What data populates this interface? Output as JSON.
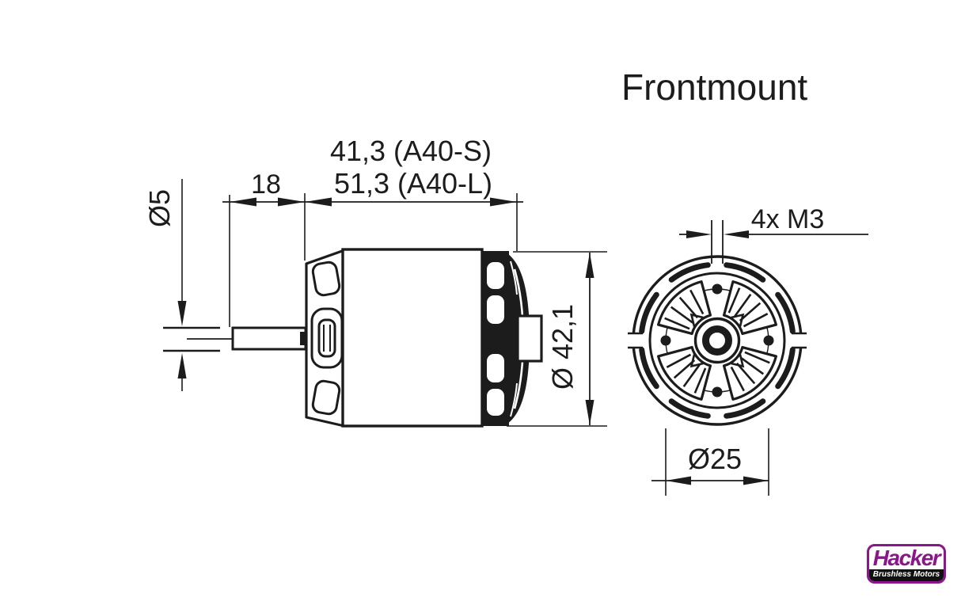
{
  "title": "Frontmount",
  "drawing": {
    "line_color": "#1c1c1c",
    "background": "#ffffff"
  },
  "side_view": {
    "dim_length_short": "41,3 (A40-S)",
    "dim_length_long": "51,3 (A40-L)",
    "dim_shaft_extension": "18",
    "dim_shaft_diameter": "Ø5",
    "dim_body_diameter": "Ø 42,1"
  },
  "front_view": {
    "dim_mount_holes": "4x M3",
    "dim_bolt_circle": "Ø25"
  },
  "logo": {
    "brand": "Hacker",
    "tagline": "Brushless Motors",
    "brand_color": "#8B168B",
    "tagline_bg": "#111111"
  }
}
